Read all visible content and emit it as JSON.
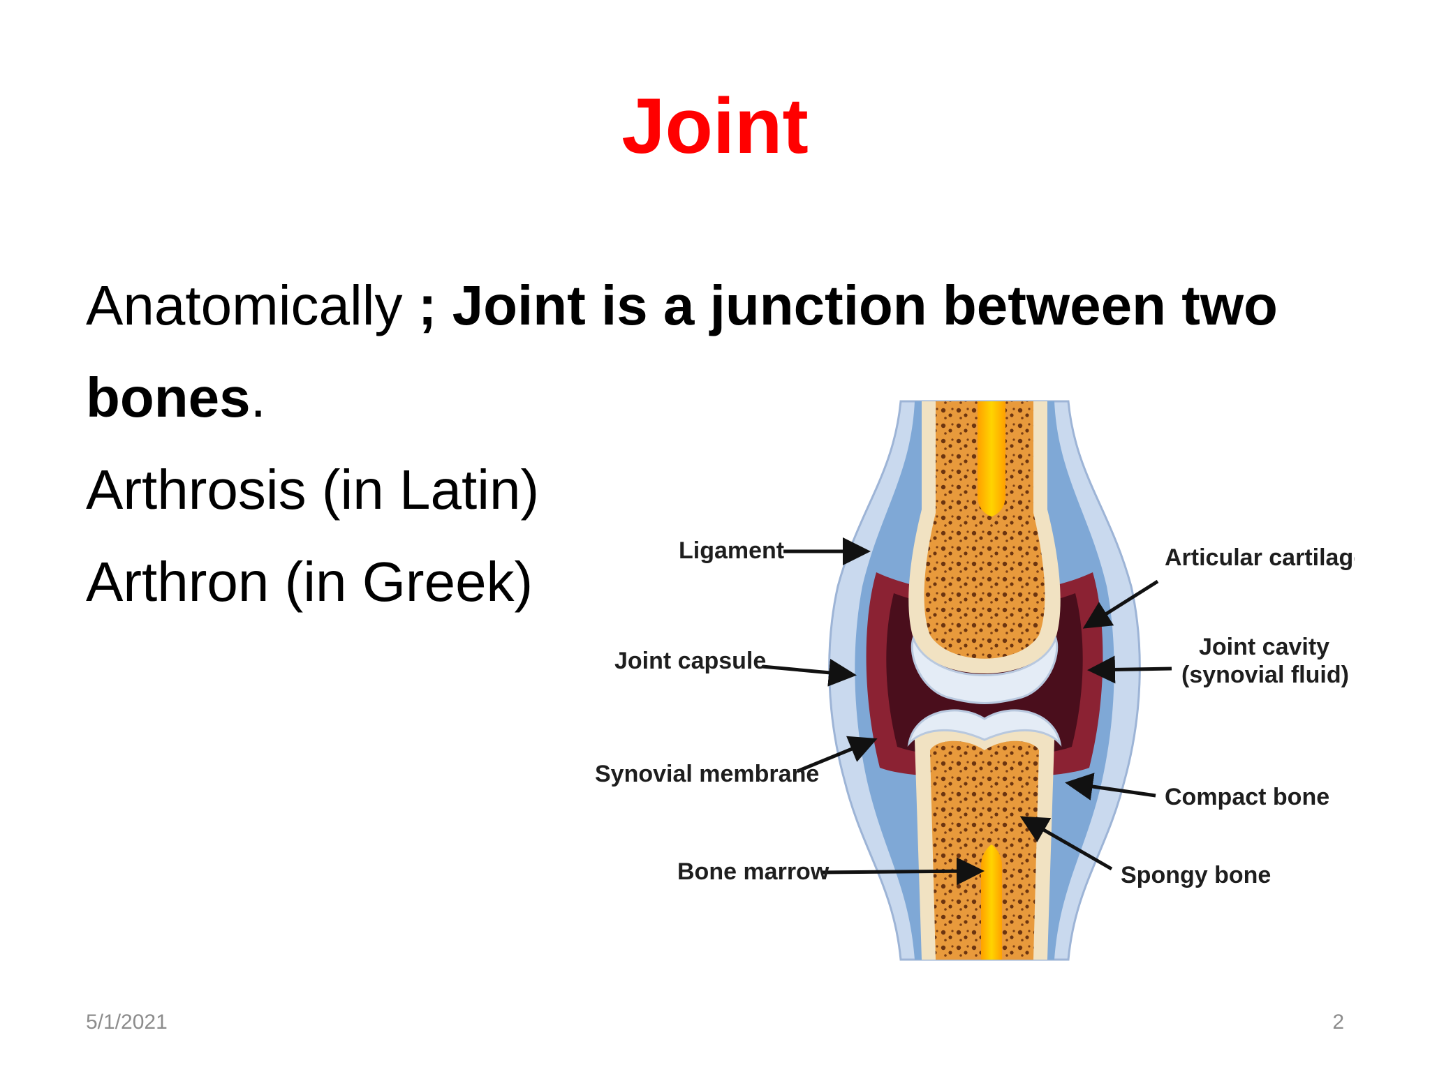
{
  "slide": {
    "title": "Joint",
    "lines": {
      "line1_regular": "Anatomically ",
      "line1_bold": "; Joint is a junction between two",
      "line2_bold": "bones",
      "line2_tail": ".",
      "line3": "Arthrosis (in Latin)",
      "line4": "Arthron (in Greek)"
    },
    "footer": {
      "date": "5/1/2021",
      "page": "2"
    }
  },
  "diagram": {
    "labels": {
      "ligament": "Ligament",
      "joint_capsule": "Joint capsule",
      "synovial_membrane": "Synovial membrane",
      "bone_marrow": "Bone marrow",
      "articular_cartilage": "Articular cartilage",
      "joint_cavity_1": "Joint cavity",
      "joint_cavity_2": "(synovial fluid)",
      "compact_bone": "Compact bone",
      "spongy_bone": "Spongy bone"
    },
    "colors": {
      "title": "#ff0000",
      "ligament_outer": "#c9d9ee",
      "capsule": "#7fa8d6",
      "synovial_membrane": "#8b2233",
      "joint_cavity": "#4a0e1c",
      "cartilage": "#e4ecf6",
      "compact_bone": "#f1e2c2",
      "spongy_bone": "#e89a3c",
      "marrow": "#ffb800"
    }
  }
}
